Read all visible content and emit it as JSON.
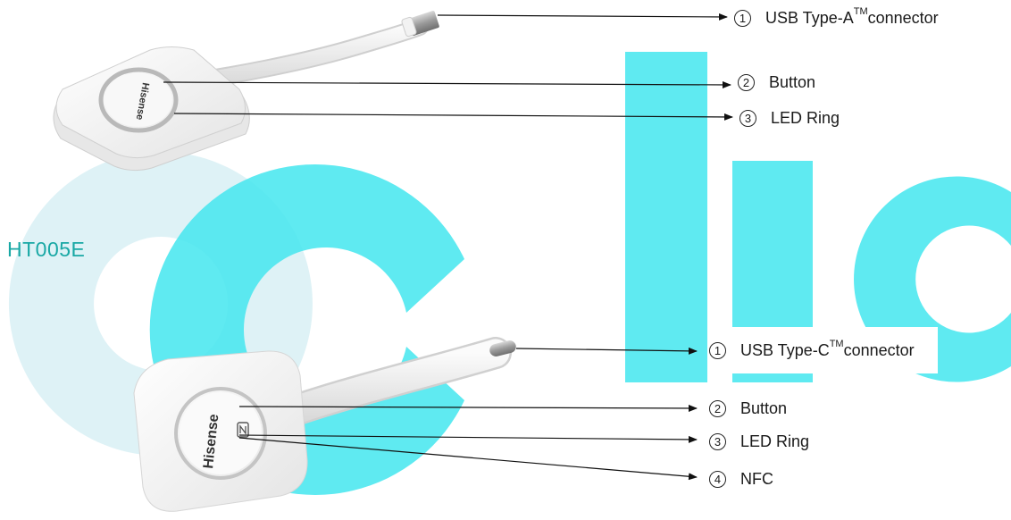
{
  "model": "HT005E",
  "watermark": {
    "text": "oclic",
    "color": "#2ee3ec"
  },
  "brand": "Hisense",
  "top_callouts": [
    {
      "num": "1",
      "text": "USB Type-A",
      "tm": "TM",
      "suffix": " connector"
    },
    {
      "num": "2",
      "text": "Button"
    },
    {
      "num": "3",
      "text": "LED Ring"
    }
  ],
  "bottom_callouts": [
    {
      "num": "1",
      "text": "USB Type-C",
      "tm": "TM",
      "suffix": " connector"
    },
    {
      "num": "2",
      "text": "Button"
    },
    {
      "num": "3",
      "text": "LED Ring"
    },
    {
      "num": "4",
      "text": "NFC"
    }
  ]
}
